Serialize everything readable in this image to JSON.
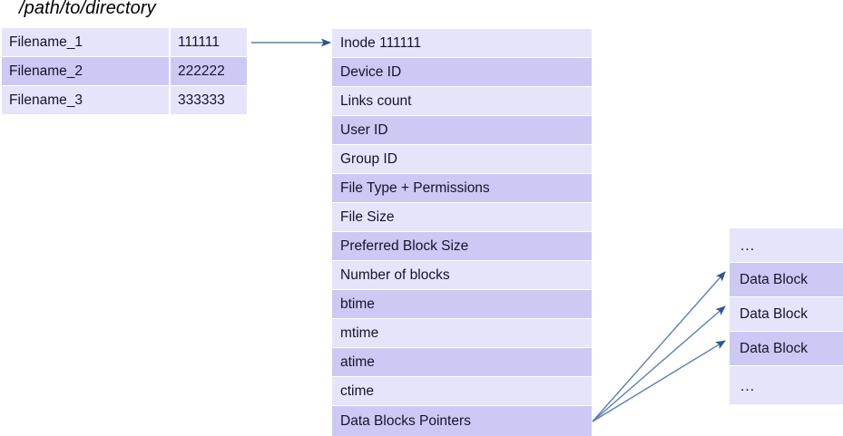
{
  "diagram": {
    "title": "/path/to/directory",
    "colors": {
      "row_light": "#e6e4fa",
      "row_dark": "#ccc9f5",
      "arrow_line": "#5b7fb5",
      "arrow_head": "#2a5599",
      "background": "#ffffff",
      "text": "#14142b"
    }
  },
  "directory_table": {
    "name": "directory-entries",
    "columns": [
      "filename",
      "inode_number"
    ],
    "rows": [
      {
        "filename": "Filename_1",
        "inode": "111111",
        "shade": "light"
      },
      {
        "filename": "Filename_2",
        "inode": "222222",
        "shade": "dark"
      },
      {
        "filename": "Filename_3",
        "inode": "333333",
        "shade": "light"
      }
    ]
  },
  "inode_table": {
    "name": "inode-fields",
    "rows": [
      {
        "label": "Inode 111111",
        "shade": "light"
      },
      {
        "label": "Device ID",
        "shade": "dark"
      },
      {
        "label": "Links count",
        "shade": "light"
      },
      {
        "label": "User ID",
        "shade": "dark"
      },
      {
        "label": "Group ID",
        "shade": "light"
      },
      {
        "label": "File Type + Permissions",
        "shade": "dark"
      },
      {
        "label": "File Size",
        "shade": "light"
      },
      {
        "label": "Preferred Block Size",
        "shade": "dark"
      },
      {
        "label": "Number of blocks",
        "shade": "light"
      },
      {
        "label": "btime",
        "shade": "dark"
      },
      {
        "label": "mtime",
        "shade": "light"
      },
      {
        "label": "atime",
        "shade": "dark"
      },
      {
        "label": "ctime",
        "shade": "light"
      },
      {
        "label": "Data Blocks Pointers",
        "shade": "dark"
      }
    ]
  },
  "data_block_table": {
    "name": "data-blocks",
    "rows": [
      {
        "label": "…",
        "shade": "light",
        "kind": "ellipsis"
      },
      {
        "label": "Data Block",
        "shade": "dark",
        "kind": "block"
      },
      {
        "label": "Data Block",
        "shade": "light",
        "kind": "block"
      },
      {
        "label": "Data Block",
        "shade": "dark",
        "kind": "block"
      },
      {
        "label": "…",
        "shade": "light",
        "kind": "ellipsis"
      }
    ]
  },
  "arrows": [
    {
      "name": "arrow-dirent-to-inode",
      "from": "Filename_1 inode number",
      "to": "Inode 111111"
    },
    {
      "name": "arrow-pointer-to-block-1",
      "from": "Data Blocks Pointers",
      "to": "Data Block 1"
    },
    {
      "name": "arrow-pointer-to-block-2",
      "from": "Data Blocks Pointers",
      "to": "Data Block 2"
    },
    {
      "name": "arrow-pointer-to-block-3",
      "from": "Data Blocks Pointers",
      "to": "Data Block 3"
    }
  ]
}
